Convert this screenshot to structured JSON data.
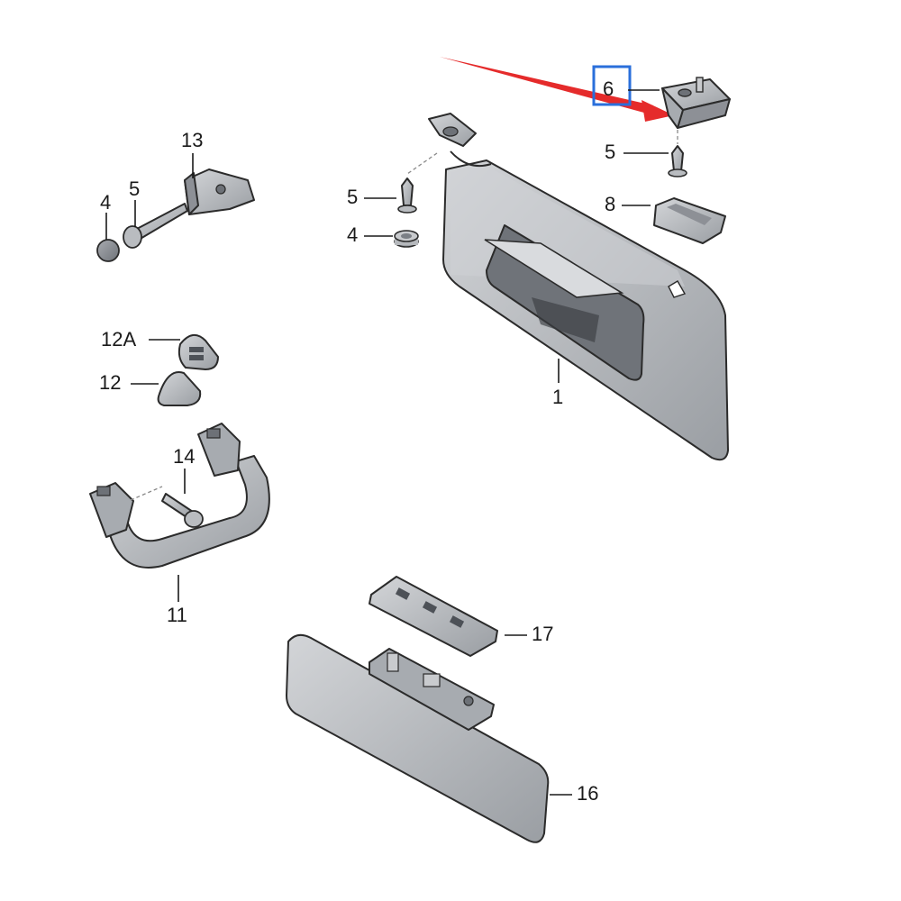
{
  "diagram": {
    "callouts": [
      {
        "id": "c1",
        "text": "1"
      },
      {
        "id": "c4a",
        "text": "4"
      },
      {
        "id": "c4b",
        "text": "4"
      },
      {
        "id": "c5a",
        "text": "5"
      },
      {
        "id": "c5b",
        "text": "5"
      },
      {
        "id": "c5c",
        "text": "5"
      },
      {
        "id": "c6",
        "text": "6"
      },
      {
        "id": "c8",
        "text": "8"
      },
      {
        "id": "c11",
        "text": "11"
      },
      {
        "id": "c12",
        "text": "12"
      },
      {
        "id": "c12a",
        "text": "12A"
      },
      {
        "id": "c13",
        "text": "13"
      },
      {
        "id": "c14",
        "text": "14"
      },
      {
        "id": "c16",
        "text": "16"
      },
      {
        "id": "c17",
        "text": "17"
      }
    ],
    "highlight": {
      "target": "c6",
      "box_color": "#2a6fdb",
      "arrow_color": "#e52b2b"
    },
    "colors": {
      "part_fill": "#b9bcc0",
      "part_dark": "#8d9096",
      "part_light": "#d6d8db"
    }
  }
}
